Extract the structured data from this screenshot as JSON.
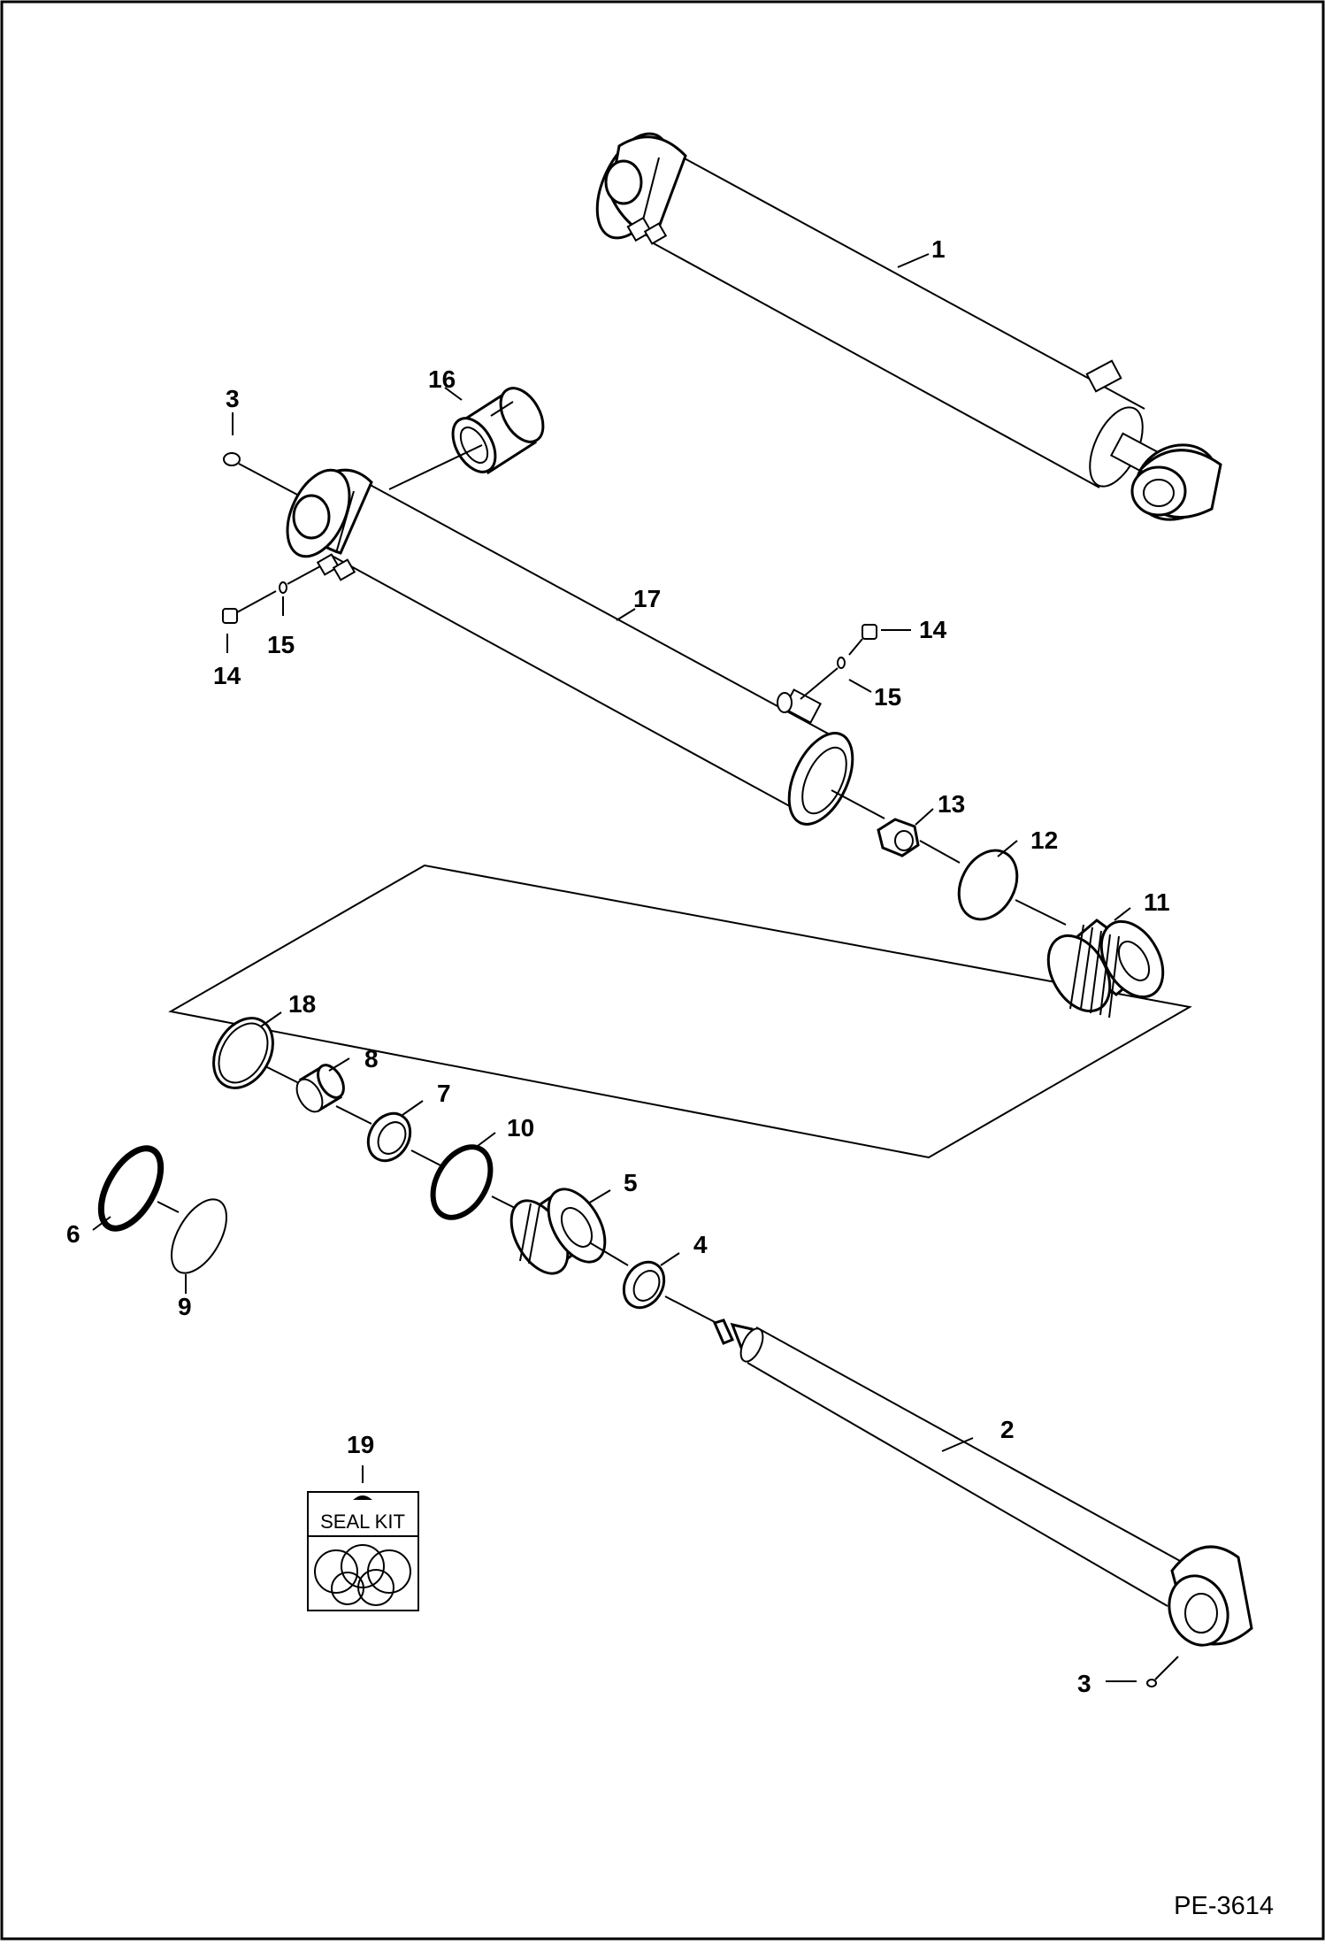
{
  "drawing": {
    "doc_id": "PE-3614",
    "callouts": {
      "c1": "1",
      "c2": "2",
      "c3a": "3",
      "c3b": "3",
      "c4": "4",
      "c5": "5",
      "c6": "6",
      "c7": "7",
      "c8": "8",
      "c9": "9",
      "c10": "10",
      "c11": "11",
      "c12": "12",
      "c13": "13",
      "c14a": "14",
      "c14b": "14",
      "c15a": "15",
      "c15b": "15",
      "c16": "16",
      "c17": "17",
      "c18": "18",
      "c19": "19"
    },
    "seal_kit": {
      "title": "SEAL KIT"
    }
  }
}
